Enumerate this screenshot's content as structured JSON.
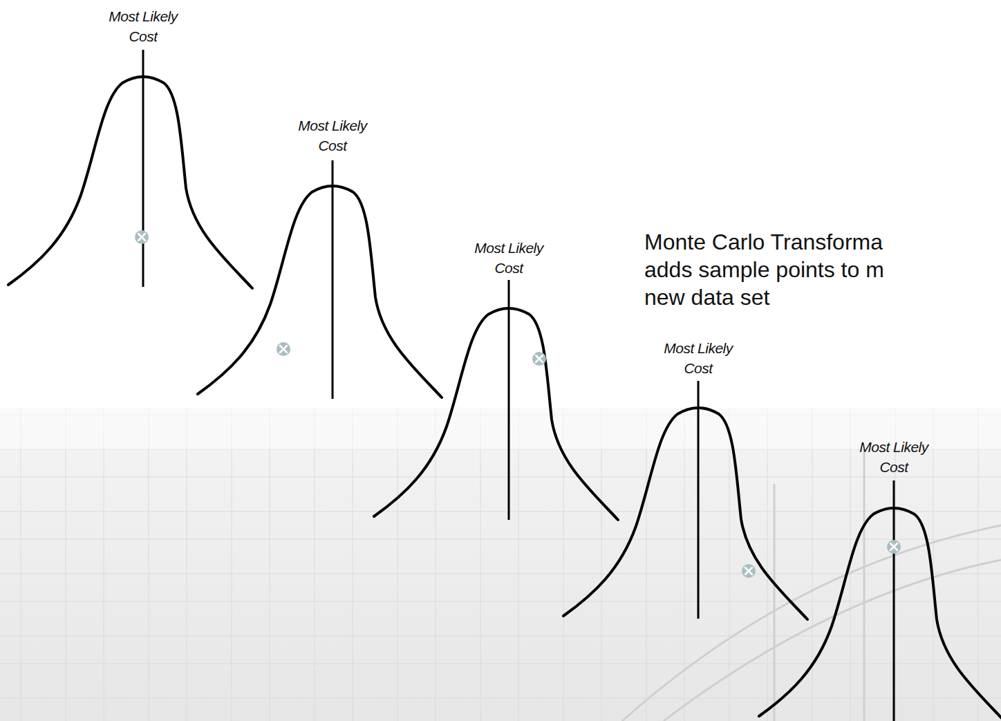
{
  "diagram": {
    "labels": [
      "Most Likely Cost",
      "Most Likely Cost",
      "Most Likely Cost",
      "Most Likely Cost",
      "Most Likely Cost",
      "Monte Carlo Transforma",
      "adds sample points to m",
      "new data set"
    ]
  }
}
